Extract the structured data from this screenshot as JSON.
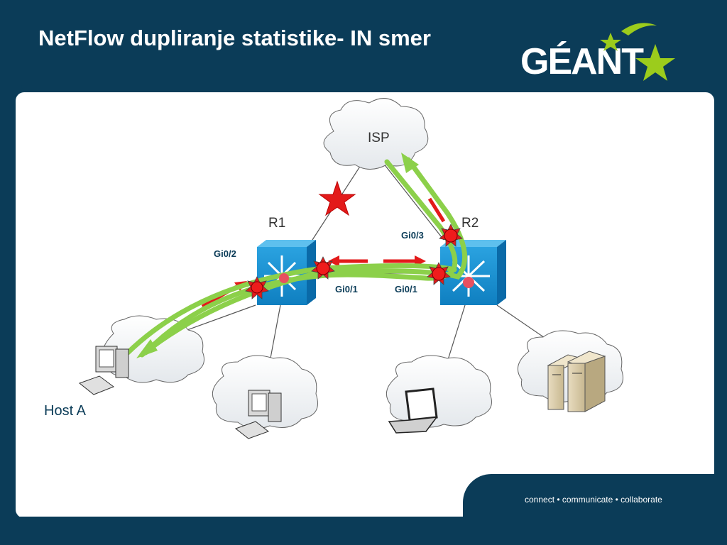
{
  "slide": {
    "title": "NetFlow dupliranje statistike- IN smer",
    "logo_text": "GÉANT",
    "tagline": "connect • communicate • collaborate"
  },
  "diagram": {
    "cloud_isp": "ISP",
    "router1": "R1",
    "router2": "R2",
    "if_r1_gi02": "Gi0/2",
    "if_r1_gi01": "Gi0/1",
    "if_r2_gi01": "Gi0/1",
    "if_r2_gi03": "Gi0/3",
    "host_a": "Host A"
  },
  "colors": {
    "background": "#0b3c58",
    "content": "#ffffff",
    "router_blue": "#1a8fd0",
    "flow_green": "#8cd04a",
    "arrow_red": "#e31a1a",
    "logo_green": "#9ccc1c"
  },
  "icons": [
    "star-icon",
    "router-icon",
    "desktop-icon",
    "laptop-icon",
    "server-icon",
    "cloud-icon"
  ]
}
